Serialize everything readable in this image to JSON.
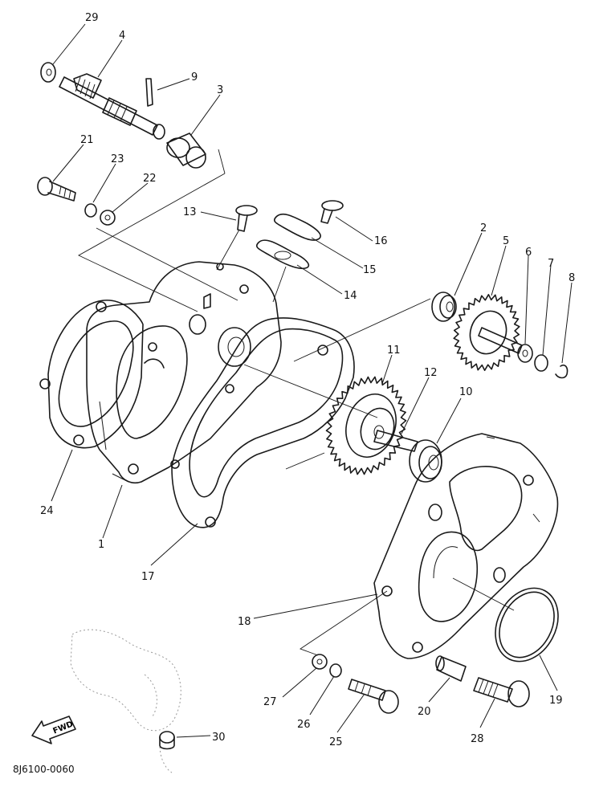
{
  "diagram": {
    "drawing_number": "8J6100-0060",
    "fwd_label": "FWD",
    "callouts": [
      "29",
      "4",
      "9",
      "3",
      "21",
      "23",
      "22",
      "13",
      "16",
      "15",
      "14",
      "2",
      "5",
      "6",
      "7",
      "8",
      "11",
      "12",
      "10",
      "24",
      "1",
      "17",
      "18",
      "19",
      "27",
      "26",
      "25",
      "20",
      "28",
      "30"
    ]
  }
}
